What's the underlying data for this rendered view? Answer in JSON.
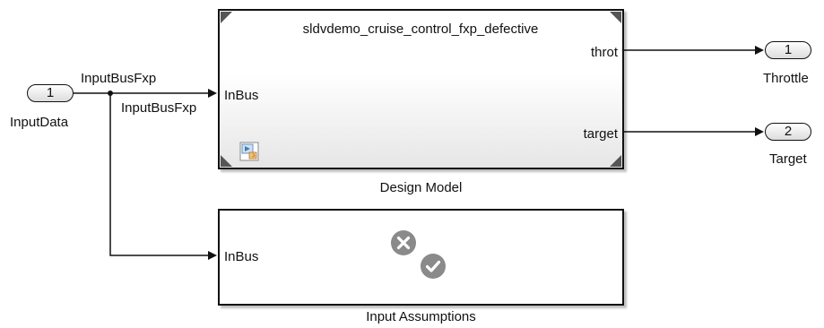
{
  "diagram": {
    "inport": {
      "number": "1",
      "name": "InputData"
    },
    "signal_name": "InputBusFxp",
    "signal_branch_name": "InputBusFxp",
    "design_model": {
      "title": "sldvdemo_cruise_control_fxp_defective",
      "caption": "Design Model",
      "input_port": "InBus",
      "output_ports": [
        "throt",
        "target"
      ],
      "icon": "model-reference-icon"
    },
    "assumptions": {
      "caption": "Input Assumptions",
      "input_port": "InBus",
      "icons": [
        "close-circle-icon",
        "check-circle-icon"
      ]
    },
    "outports": [
      {
        "number": "1",
        "name": "Throttle"
      },
      {
        "number": "2",
        "name": "Target"
      }
    ],
    "colors": {
      "line": "#111111",
      "block_fill": "#ffffff",
      "block_gradient_end": "#e6e6e6",
      "icon_gray": "#8a8a8a"
    }
  }
}
